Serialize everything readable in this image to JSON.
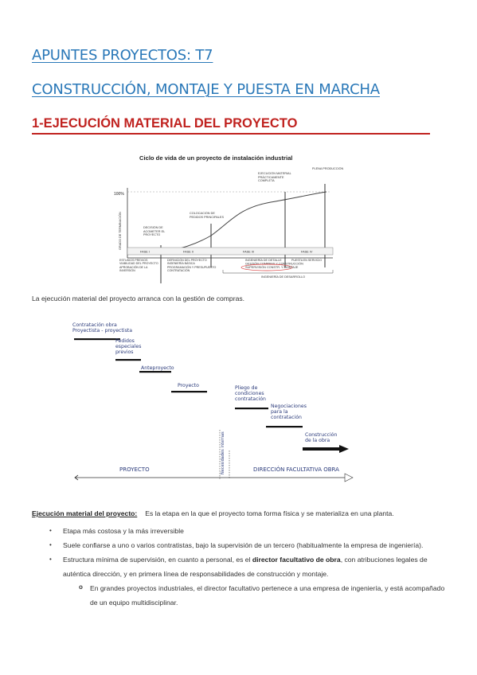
{
  "title1": "APUNTES PROYECTOS: T7",
  "title2": "CONSTRUCCIÓN, MONTAJE Y PUESTA EN MARCHA",
  "section_heading": "1-EJECUCIÓN MATERIAL DEL PROYECTO",
  "figure1": {
    "title": "Ciclo de vida de un proyecto de instalación industrial",
    "ylabel_pct": "100%",
    "ylabel": "GRADO DE TERMINACIÓN",
    "phases": [
      "FASE I",
      "FASE II",
      "FASE III",
      "FASE IV"
    ],
    "callouts": {
      "decision": "DECISIÓN DE ACOMETER EL PROYECTO",
      "colocacion": "COLOCACIÓN DE PEDIDOS PRINCIPALES",
      "ejecucion": "EJECUCIÓN MATERIAL PRÁCTICAMENTE COMPLETA",
      "plena": "PLENA PRODUCCIÓN"
    },
    "bottom_labels": {
      "fase1": "ESTUDIOS PREVIOS VIABILIDAD DEL PROYECTO APROBACIÓN DE LA INVERSIÓN",
      "fase2": "DEFINICIÓN DEL PROYECTO INGENIERÍA BÁSICA PROGRAMACIÓN Y PRESUPUESTO CONTRATACIÓN",
      "fase3a": "INGENIERÍA DE DETALLE",
      "fase3b": "GESTIÓN COMPRAS Y CONSTRUCCIÓN",
      "fase3c": "SUPERVISIÓN CONSTR. Y MONTAJE",
      "fase4": "PUESTA EN SERVICIO",
      "desarrollo": "INGENIERÍA DE DESARROLLO"
    }
  },
  "intro": "La ejecución material del proyecto arranca con la gestión de compras.",
  "figure2": {
    "tasks": [
      "Contratación obra Proyectista - proyectista",
      "Pedidos especiales previos",
      "Anteproyecto",
      "Proyecto",
      "Pliego de condiciones contratación",
      "Negociaciones para la contratación",
      "Construcción de la obra"
    ],
    "vertical_label": "Necesidades internas",
    "bottom_left": "PROYECTO",
    "bottom_right": "DIRECCIÓN FACULTATIVA OBRA"
  },
  "definition": {
    "lead": "Ejecución material del proyecto:",
    "text": "Es la etapa en la que el proyecto toma forma física y se materializa en una planta."
  },
  "bullets": {
    "b1": "Etapa más costosa y la más irreversible",
    "b2": "Suele confiarse a uno o varios contratistas, bajo la supervisión de un tercero (habitualmente la empresa de ingeniería).",
    "b3_pre": "Estructura mínima de supervisión, en cuanto a personal, es el",
    "b3_bold": "director facultativo de obra",
    "b3_post": ", con atribuciones legales de auténtica dirección, y en primera línea de responsabilidades de construcción y montaje.",
    "sub1": "En grandes proyectos industriales, el director facultativo pertenece a una empresa de ingeniería, y está acompañado de un equipo multidisciplinar."
  }
}
